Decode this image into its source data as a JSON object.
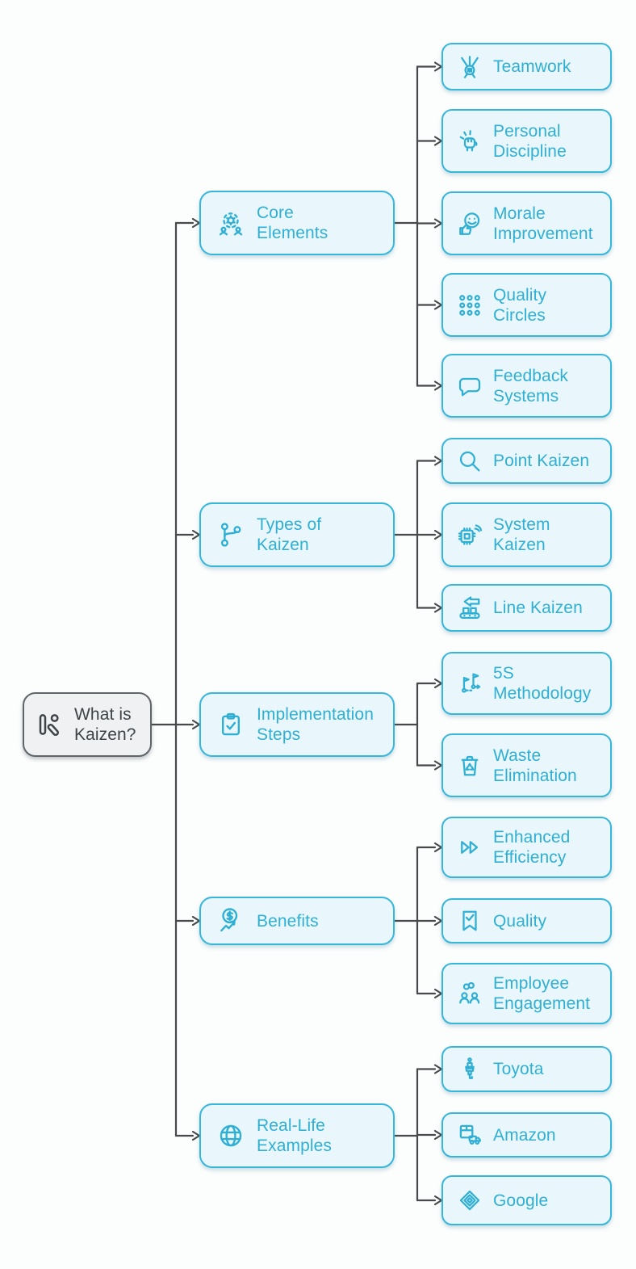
{
  "diagram": {
    "root": {
      "label": "What is\nKaizen?",
      "icon": "kaizen-figure-icon"
    },
    "branches": [
      {
        "label": "Core\nElements",
        "icon": "team-gear-icon",
        "children": [
          {
            "label": "Teamwork",
            "icon": "hands-together-icon"
          },
          {
            "label": "Personal\nDiscipline",
            "icon": "fist-rays-icon"
          },
          {
            "label": "Morale\nImprovement",
            "icon": "smiley-thumbs-up-icon"
          },
          {
            "label": "Quality\nCircles",
            "icon": "dots-grid-icon"
          },
          {
            "label": "Feedback\nSystems",
            "icon": "speech-bubble-icon"
          }
        ]
      },
      {
        "label": "Types of\nKaizen",
        "icon": "branch-icon",
        "children": [
          {
            "label": "Point Kaizen",
            "icon": "magnifier-icon"
          },
          {
            "label": "System\nKaizen",
            "icon": "chip-signal-icon"
          },
          {
            "label": "Line Kaizen",
            "icon": "conveyor-arrow-icon"
          }
        ]
      },
      {
        "label": "Implementation\nSteps",
        "icon": "clipboard-check-icon",
        "children": [
          {
            "label": "5S\nMethodology",
            "icon": "milestone-flags-icon"
          },
          {
            "label": "Waste\nElimination",
            "icon": "recycle-bin-icon"
          }
        ]
      },
      {
        "label": "Benefits",
        "icon": "dollar-trend-icon",
        "children": [
          {
            "label": "Enhanced\nEfficiency",
            "icon": "fast-forward-icon"
          },
          {
            "label": "Quality",
            "icon": "bookmark-check-icon"
          },
          {
            "label": "Employee\nEngagement",
            "icon": "people-link-icon"
          }
        ]
      },
      {
        "label": "Real-Life\nExamples",
        "icon": "globe-icon",
        "children": [
          {
            "label": "Toyota",
            "icon": "spark-plug-icon"
          },
          {
            "label": "Amazon",
            "icon": "package-truck-icon"
          },
          {
            "label": "Google",
            "icon": "nested-diamonds-icon"
          }
        ]
      }
    ],
    "colors": {
      "accent": "#2fafd4",
      "node_border": "#38b6da",
      "node_fill": "#e9f7fc",
      "node_text": "#2fafd4",
      "root_border": "#606569",
      "root_fill": "#f0f1f2",
      "root_text": "#3e4347",
      "connector": "#47494c",
      "background": "#fcfdfd"
    }
  }
}
